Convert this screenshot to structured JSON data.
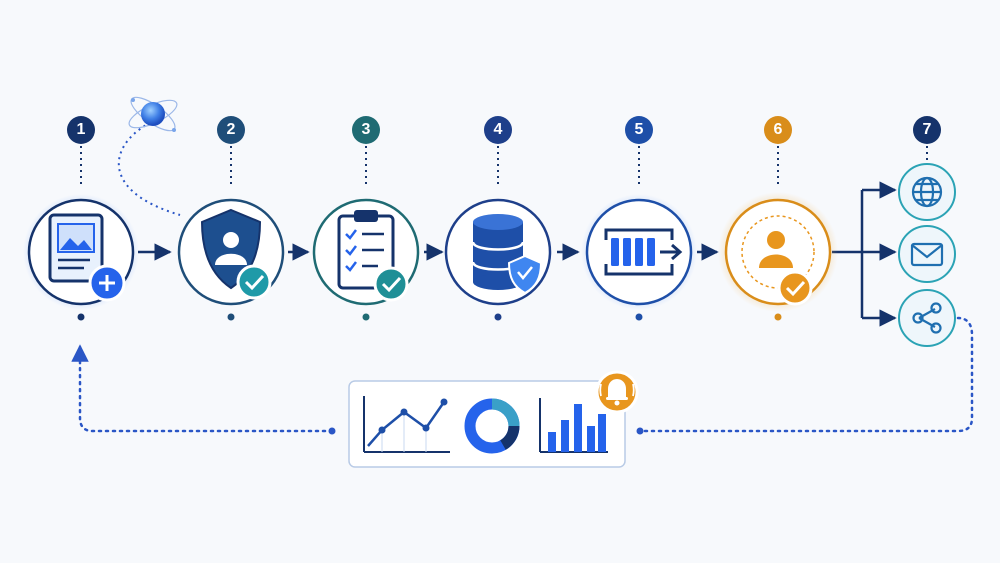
{
  "colors": {
    "navy": "#15336b",
    "blue": "#2563eb",
    "teal": "#1f7a7a",
    "steel": "#1e4a8c",
    "orange": "#e8961e",
    "green": "#1f9aa8",
    "light": "#e8f1fd",
    "dots": "#2a56c6"
  },
  "steps": [
    {
      "number": "1",
      "icon": "document-image-add-icon",
      "color": "#15336b"
    },
    {
      "number": "2",
      "icon": "shield-user-check-icon",
      "color": "#1f4e79"
    },
    {
      "number": "3",
      "icon": "clipboard-checklist-icon",
      "color": "#1f6b73"
    },
    {
      "number": "4",
      "icon": "database-shield-icon",
      "color": "#1e3f8a"
    },
    {
      "number": "5",
      "icon": "pipeline-queue-icon",
      "color": "#1e4fa8"
    },
    {
      "number": "6",
      "icon": "user-approval-icon",
      "color": "#d98d1a"
    },
    {
      "number": "7",
      "icon": "output-channels",
      "color": "#15336b"
    }
  ],
  "outputs": [
    {
      "icon": "globe-icon"
    },
    {
      "icon": "mail-icon"
    },
    {
      "icon": "share-icon"
    }
  ],
  "monitor": {
    "icons": [
      "line-chart-icon",
      "donut-chart-icon",
      "bar-chart-icon",
      "bell-icon"
    ]
  },
  "decoration": {
    "icon": "atom-icon"
  }
}
